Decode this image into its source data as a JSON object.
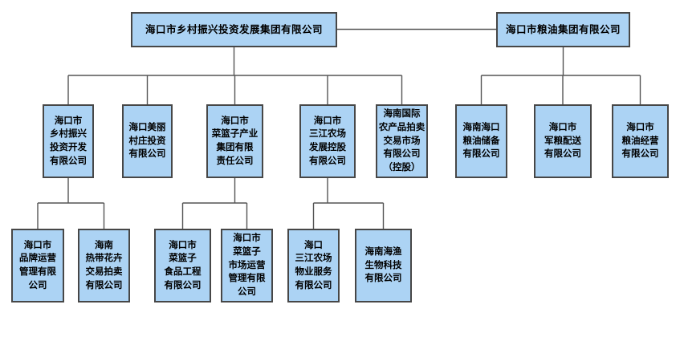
{
  "org": {
    "title": "",
    "colors": {
      "box_fill": "#ACD3F4",
      "box_border": "#474747",
      "connector_line": "#555555",
      "text": "#000000",
      "background": "#ffffff"
    },
    "roots": [
      {
        "name": "海口市乡村振兴投资发展集团有限公司"
      },
      {
        "name": "海口市粮油集团有限公司"
      }
    ],
    "level2": [
      {
        "name": "海口市\n乡村振兴\n投资开发\n有限公司",
        "parent": "海口市乡村振兴投资发展集团有限公司"
      },
      {
        "name": "海口美丽\n村庄投资\n有限公司",
        "parent": "海口市乡村振兴投资发展集团有限公司"
      },
      {
        "name": "海口市\n菜篮子产业\n集团有限\n责任公司",
        "parent": "海口市乡村振兴投资发展集团有限公司"
      },
      {
        "name": "海口市\n三江农场\n发展控股\n有限公司",
        "parent": "海口市乡村振兴投资发展集团有限公司"
      },
      {
        "name": "海南国际\n农产品拍卖\n交易市场\n有限公司\n（控股）",
        "parent": "海口市乡村振兴投资发展集团有限公司"
      },
      {
        "name": "海南海口\n粮油储备\n有限公司",
        "parent": "海口市粮油集团有限公司"
      },
      {
        "name": "海口市\n军粮配送\n有限公司",
        "parent": "海口市粮油集团有限公司"
      },
      {
        "name": "海口市\n粮油经营\n有限公司",
        "parent": "海口市粮油集团有限公司"
      }
    ],
    "level3": [
      {
        "name": "海口市\n品牌运营\n管理有限\n公司",
        "parent": "海口市乡村振兴投资开发有限公司"
      },
      {
        "name": "海南\n热带花卉\n交易拍卖\n有限公司",
        "parent": "海口市乡村振兴投资开发有限公司"
      },
      {
        "name": "海口市\n菜篮子\n食品工程\n有限公司",
        "parent": "海口市菜篮子产业集团有限责任公司"
      },
      {
        "name": "海口市\n菜篮子\n市场运营\n管理有限\n公司",
        "parent": "海口市菜篮子产业集团有限责任公司"
      },
      {
        "name": "海口\n三江农场\n物业服务\n有限公司",
        "parent": "海口市三江农场发展控股有限公司"
      },
      {
        "name": "海南海渔\n生物科技\n有限公司",
        "parent": "海口市三江农场发展控股有限公司"
      }
    ]
  }
}
